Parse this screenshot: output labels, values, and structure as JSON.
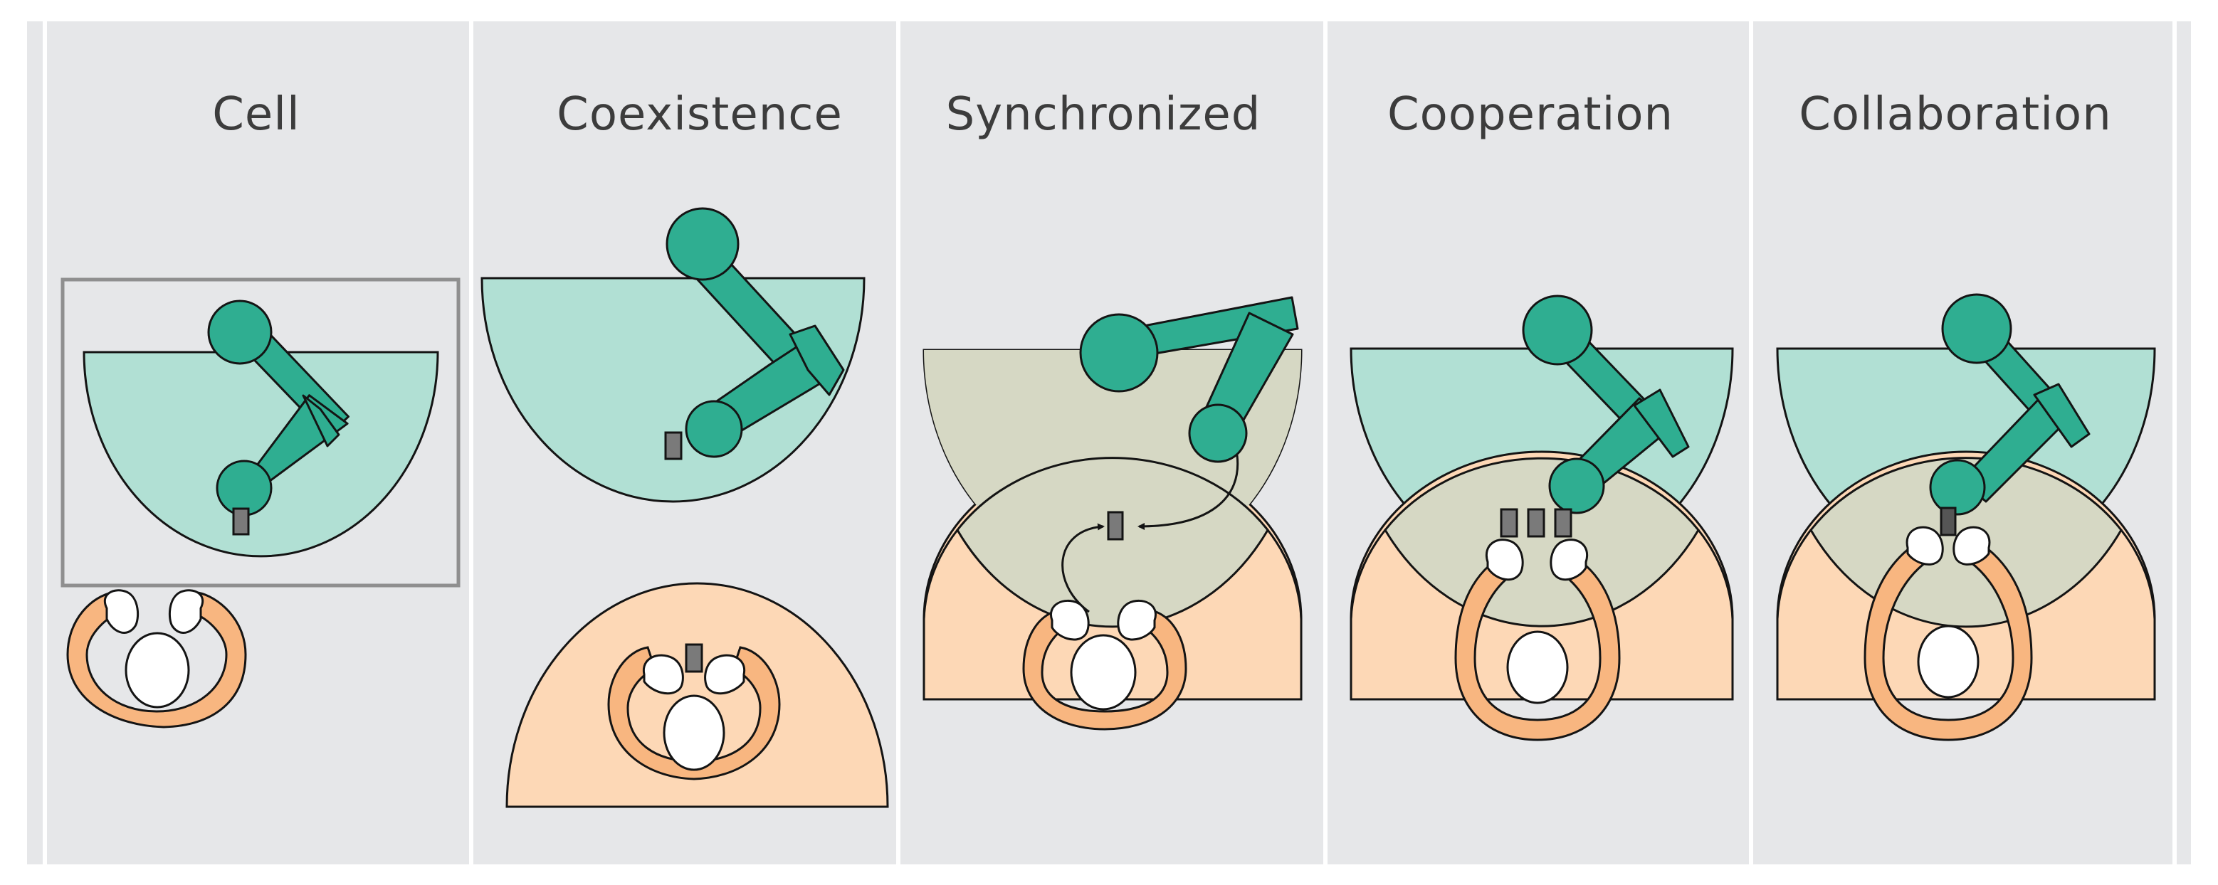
{
  "panels": [
    {
      "id": "cell",
      "title": "Cell"
    },
    {
      "id": "coexistence",
      "title": "Coexistence"
    },
    {
      "id": "synchronized",
      "title": "Synchronized"
    },
    {
      "id": "cooperation",
      "title": "Cooperation"
    },
    {
      "id": "collaboration",
      "title": "Collaboration"
    }
  ],
  "colors": {
    "background": "#e6e7e9",
    "divider": "#ffffff",
    "robot": "#2fae91",
    "robot_zone": "#b1e0d4",
    "human_body": "#f8b680",
    "human_zone": "#fdd8b6",
    "shared_zone": "#d6d8c4",
    "hands": "#ffffff",
    "part": "#7a7a7a",
    "outline": "#141414",
    "cell_fence": "#8f8f8f"
  },
  "icons": [
    "robot-arm-icon",
    "human-worker-icon",
    "workpiece-icon",
    "safety-fence-icon",
    "handover-arrow-icon"
  ]
}
